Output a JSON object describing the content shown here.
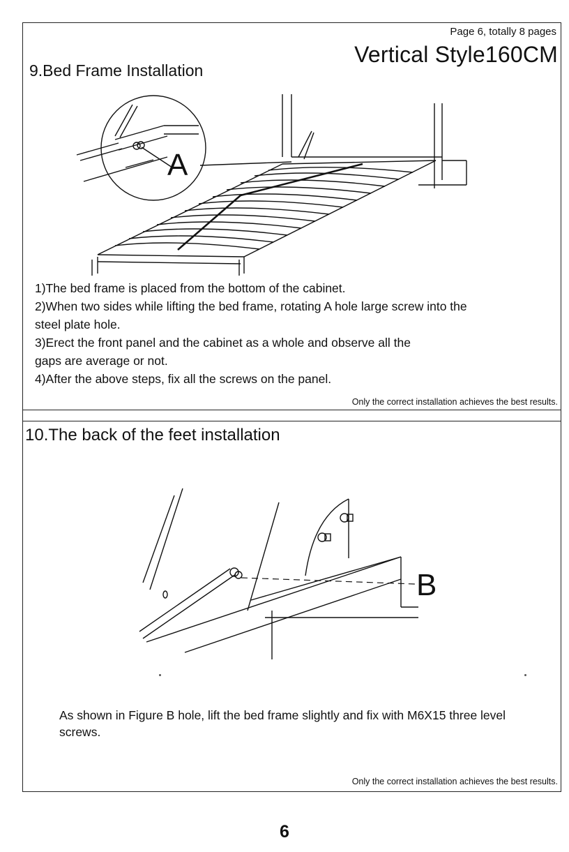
{
  "header": {
    "page_info": "Page 6, totally 8 pages",
    "style_title": "Vertical Style160CM"
  },
  "section9": {
    "title": "9.Bed Frame Installation",
    "figure_label": "A",
    "steps": [
      "1)The bed frame is placed from the bottom of the cabinet.",
      "2)When two sides while lifting the bed frame, rotating A hole large screw into the",
      "steel plate hole.",
      "3)Erect the front panel and the cabinet as a whole and observe all the",
      "gaps are average or not.",
      "4)After the above steps, fix all the screws on the panel."
    ],
    "note": "Only the correct installation achieves the best results."
  },
  "section10": {
    "title": "10.The back of the feet installation",
    "figure_label": "B",
    "caption": "As shown in Figure B hole, lift the bed frame slightly and fix with M6X15 three level screws.",
    "note": "Only the correct installation achieves the best results."
  },
  "footer": {
    "page_number": "6"
  }
}
